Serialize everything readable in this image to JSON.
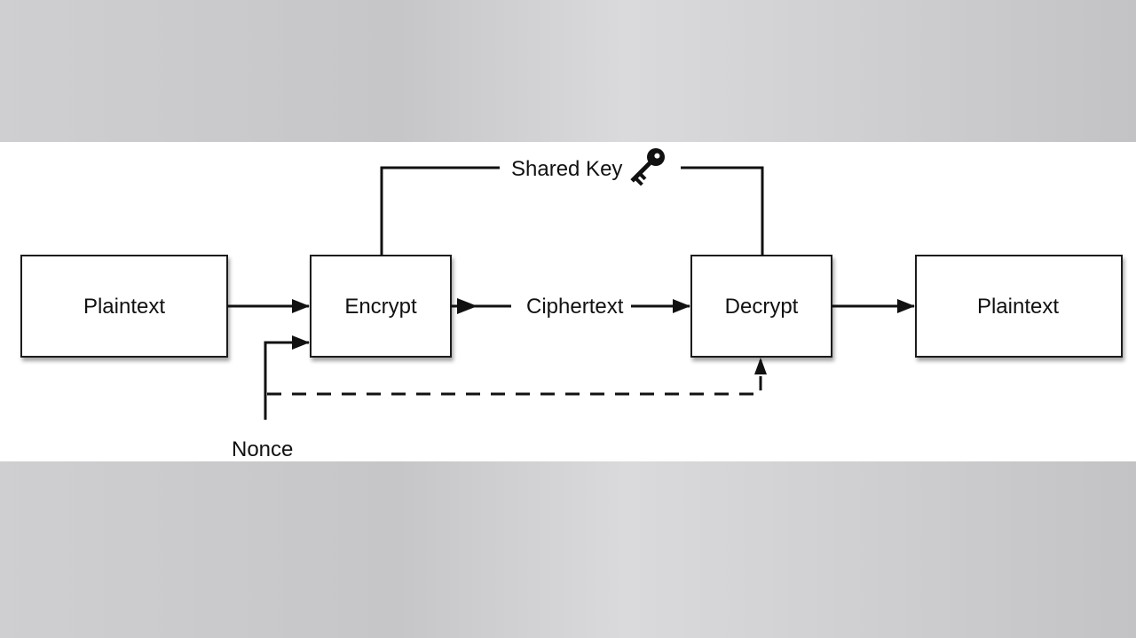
{
  "diagram": {
    "nodes": [
      {
        "id": "plaintext-in",
        "label": "Plaintext"
      },
      {
        "id": "encrypt",
        "label": "Encrypt"
      },
      {
        "id": "decrypt",
        "label": "Decrypt"
      },
      {
        "id": "plaintext-out",
        "label": "Plaintext"
      }
    ],
    "edges": [
      {
        "from": "plaintext-in",
        "to": "encrypt",
        "label": ""
      },
      {
        "from": "encrypt",
        "to": "decrypt",
        "label": "Ciphertext"
      },
      {
        "from": "decrypt",
        "to": "plaintext-out",
        "label": ""
      },
      {
        "from": "nonce",
        "to": "encrypt",
        "label": "Nonce"
      },
      {
        "from": "nonce",
        "to": "decrypt",
        "label": "",
        "style": "dashed"
      },
      {
        "from": "encrypt",
        "to": "decrypt",
        "label": "Shared Key",
        "style": "bracket-top"
      }
    ],
    "icon": "key-icon"
  }
}
